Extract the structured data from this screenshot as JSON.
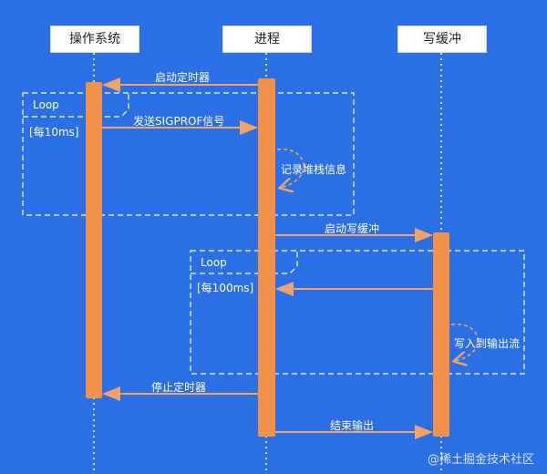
{
  "participants": {
    "os": "操作系统",
    "process": "进程",
    "buffer": "写缓冲"
  },
  "messages": {
    "start_timer": "启动定时器",
    "send_sigprof": "发送SIGPROF信号",
    "record_stack": "记录堆栈信息",
    "start_buffer": "启动写缓冲",
    "write_stream": "写入到输出流",
    "stop_timer": "停止定时器",
    "end_output": "结束输出"
  },
  "loops": {
    "loop1_label": "Loop",
    "loop1_condition": "[每10ms]",
    "loop2_label": "Loop",
    "loop2_condition": "[每100ms]"
  },
  "watermark": "@稀土掘金技术社区",
  "colors": {
    "background": "#2a6fe3",
    "activation": "#f2924a",
    "arrow": "#f4a268",
    "line": "#ffffff"
  }
}
